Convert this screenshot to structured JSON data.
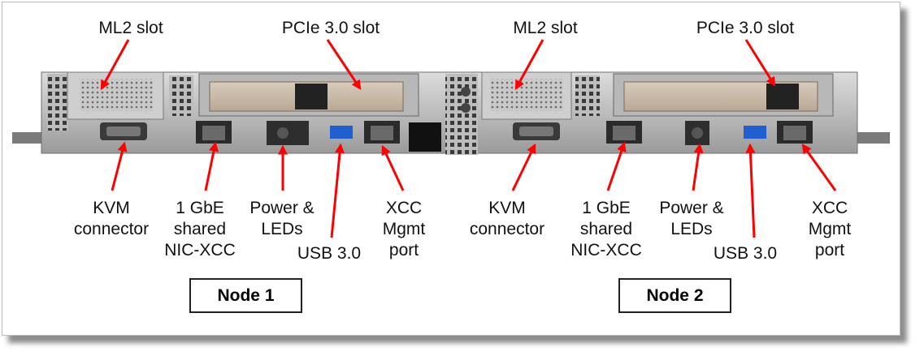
{
  "labels": {
    "ml2_1": "ML2 slot",
    "pcie_1": "PCIe 3.0 slot",
    "ml2_2": "ML2 slot",
    "pcie_2": "PCIe 3.0 slot",
    "kvm_1": "KVM\nconnector",
    "gbe_1": "1 GbE\nshared\nNIC-XCC",
    "power_1": "Power &\nLEDs",
    "usb_1": "USB 3.0",
    "xcc_1": "XCC\nMgmt\nport",
    "kvm_2": "KVM\nconnector",
    "gbe_2": "1 GbE\nshared\nNIC-XCC",
    "power_2": "Power &\nLEDs",
    "usb_2": "USB 3.0",
    "xcc_2": "XCC\nMgmt\nport"
  },
  "nodes": {
    "node1": "Node 1",
    "node2": "Node 2"
  },
  "colors": {
    "arrow": "#ff0000",
    "chassis": "#c8c8c8"
  }
}
